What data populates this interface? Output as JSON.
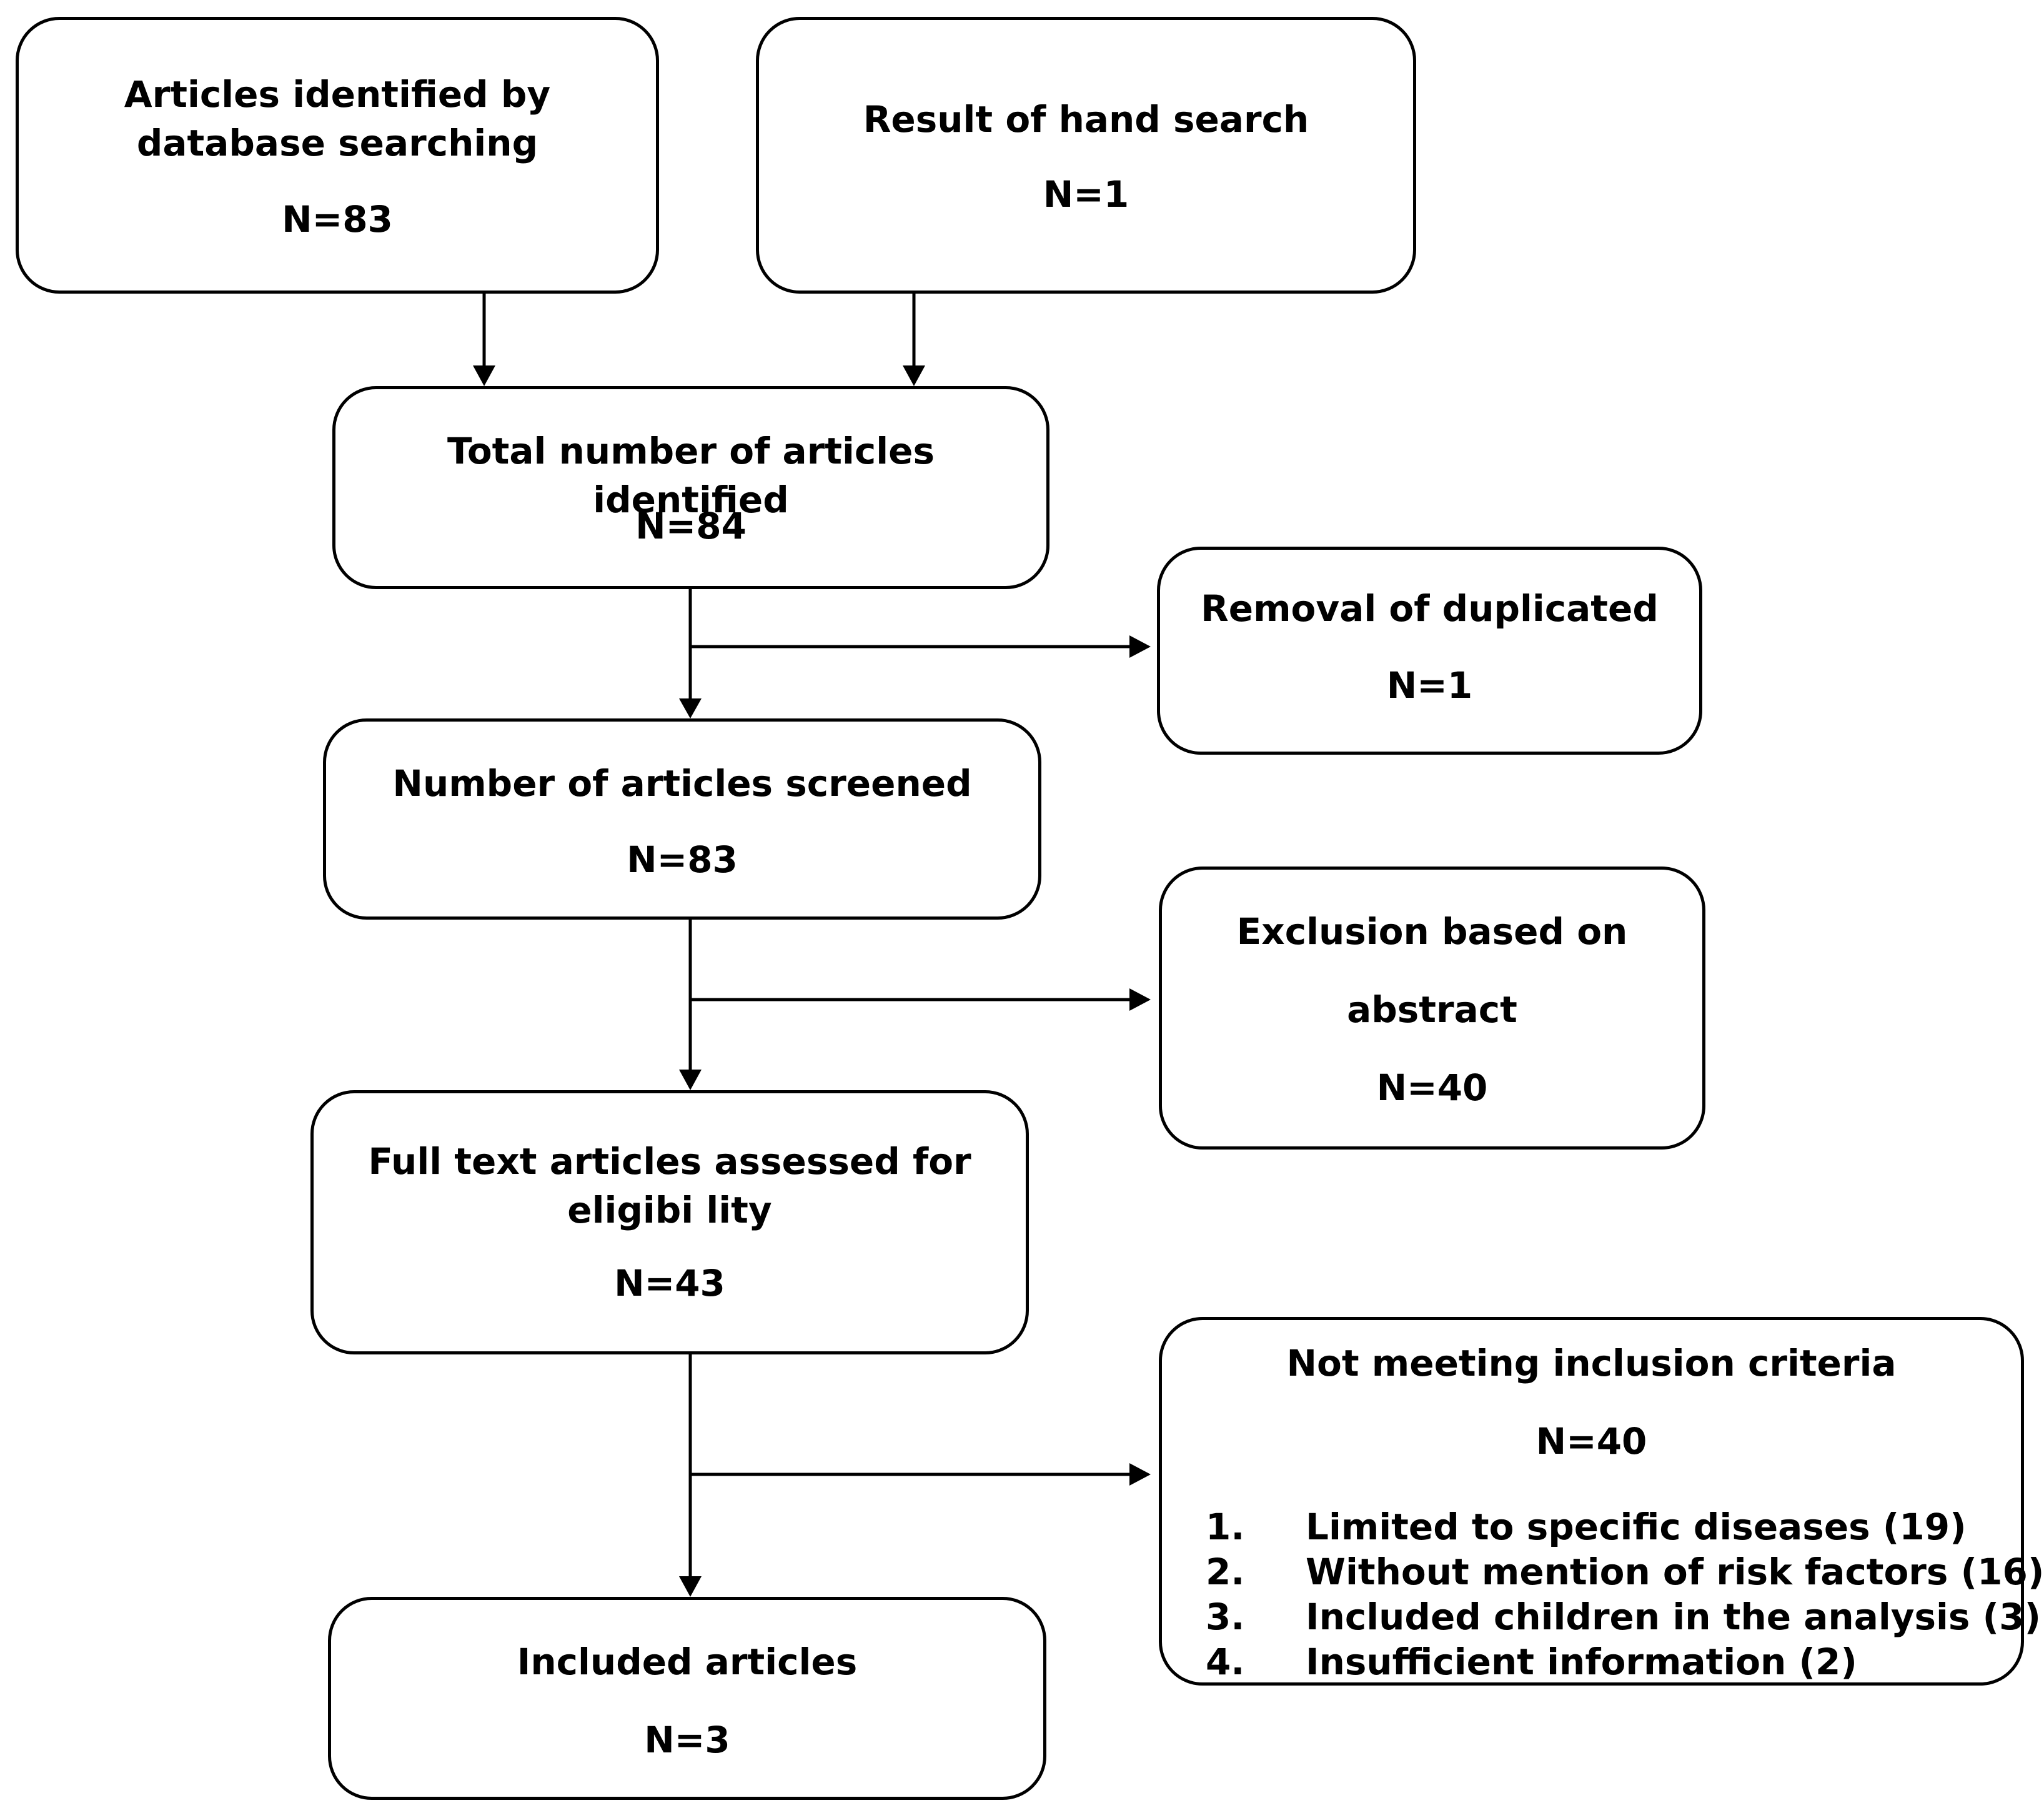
{
  "boxes": {
    "database": {
      "text": "Articles identified by database searching",
      "n": "N=83"
    },
    "hand": {
      "text": "Result of hand search",
      "n": "N=1"
    },
    "total": {
      "text": "Total number of articles identified",
      "n": "N=84"
    },
    "duplicates": {
      "text": "Removal of duplicated",
      "n": "N=1"
    },
    "screened": {
      "text": "Number of articles screened",
      "n": "N=83"
    },
    "abstract": {
      "text": "Exclusion based on",
      "text2": "abstract",
      "n": "N=40"
    },
    "fulltext": {
      "text": "Full text articles assessed for eligibi lity",
      "n": "N=43"
    },
    "notmeeting": {
      "text": "Not meeting inclusion criteria",
      "n": "N=40",
      "reasons": [
        {
          "num": "1.",
          "label": "Limited to specific diseases (19)"
        },
        {
          "num": "2.",
          "label": "Without mention of risk factors (16)"
        },
        {
          "num": "3.",
          "label": "Included children in the analysis (3)"
        },
        {
          "num": "4.",
          "label": "Insufficient information (2)"
        }
      ]
    },
    "included": {
      "text": "Included articles",
      "n": "N=3"
    }
  }
}
